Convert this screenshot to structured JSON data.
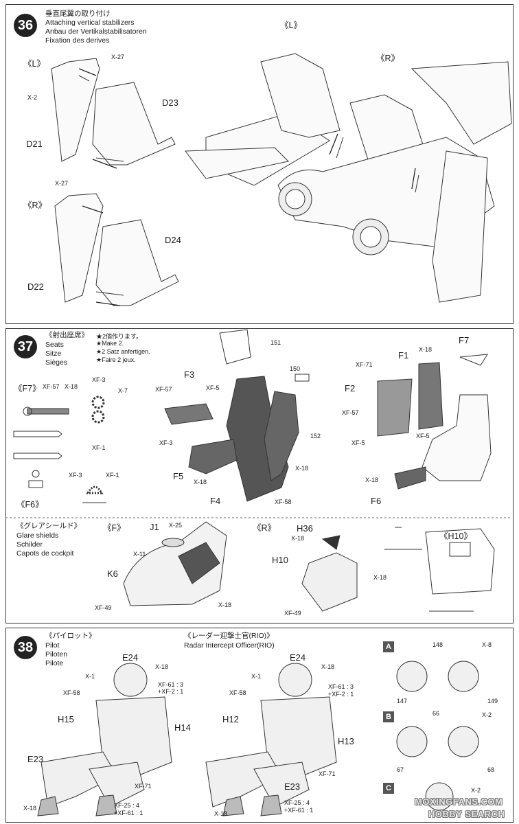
{
  "step36": {
    "number": "36",
    "title_jp": "垂直尾翼の取り付け",
    "title_en": "Attaching vertical stabilizers",
    "title_de": "Anbau der Vertikalstabilisatoren",
    "title_fr": "Fixation des derives",
    "left_tag": "《L》",
    "right_tag": "《R》",
    "main_left_tag": "《L》",
    "main_right_tag": "《R》",
    "parts": {
      "x27a": "X-27",
      "x2": "X-2",
      "d23": "D23",
      "d21": "D21",
      "x27b": "X-27",
      "d24": "D24",
      "d22": "D22"
    }
  },
  "step37": {
    "number": "37",
    "title_jp": "《射出座席》",
    "title_en": "Seats",
    "title_de": "Sitze",
    "title_fr": "Sièges",
    "note1": "★2個作ります。",
    "note2": "★Make 2.",
    "note3": "★2 Satz anfertigen.",
    "note4": "★Faire 2 jeux.",
    "f7_tag": "《F7》",
    "f6_tag": "《F6》",
    "colors": {
      "xf57": "XF-57",
      "x18": "X-18",
      "xf3": "XF-3",
      "x7": "X-7",
      "xf1": "XF-1",
      "xf3b": "XF-3",
      "xf1b": "XF-1"
    },
    "mid": {
      "f3": "F3",
      "xf57": "XF-57",
      "xf5": "XF-5",
      "xf3": "XF-3",
      "f5": "F5",
      "x18a": "X-18",
      "f4": "F4",
      "xf58": "XF-58",
      "x18b": "X-18",
      "n151": "151",
      "n150": "150",
      "n152": "152"
    },
    "right": {
      "f1": "F1",
      "x18a": "X-18",
      "f7": "F7",
      "xf71": "XF-71",
      "f2": "F2",
      "xf57": "XF-57",
      "xf5a": "XF-5",
      "xf5b": "XF-5",
      "x18b": "X-18",
      "f6": "F6"
    },
    "glare_jp": "《グレアシールド》",
    "glare_en": "Glare shields",
    "glare_de": "Schilder",
    "glare_fr": "Capots de cockpit",
    "glare_f_tag": "《F》",
    "glare_r_tag": "《R》",
    "glare_h10_tag": "《H10》",
    "glare": {
      "j1": "J1",
      "x25": "X-25",
      "x11": "X-11",
      "k6": "K6",
      "x18a": "X-18",
      "xf49a": "XF-49",
      "h36": "H36",
      "x18b": "X-18",
      "h10": "H10",
      "x18c": "X-18",
      "xf49b": "XF-49"
    }
  },
  "step38": {
    "number": "38",
    "pilot_jp": "《パイロット》",
    "pilot_en": "Pilot",
    "pilot_de": "Piloten",
    "pilot_fr": "Pilote",
    "rio_jp": "《レーダー迎撃士官(RIO)》",
    "rio_en": "Radar Intercept Officer(RIO)",
    "pilot": {
      "e24": "E24",
      "x1": "X-1",
      "x18a": "X-18",
      "xf58": "XF-58",
      "xf61": "XF-61 : 3",
      "x2": "+XF-2 : 1",
      "h15": "H15",
      "h14": "H14",
      "e23": "E23",
      "xf71": "XF-71",
      "x18b": "X-18",
      "xf25": "XF-25 : 4",
      "xf61b": "+XF-61 : 1"
    },
    "rio": {
      "e24": "E24",
      "x1": "X-1",
      "x18a": "X-18",
      "xf58": "XF-58",
      "xf61": "XF-61 : 3",
      "x2": "+XF-2 : 1",
      "h12": "H12",
      "h13": "H13",
      "e23": "E23",
      "xf71": "XF-71",
      "x18b": "X-18",
      "xf25": "XF-25 : 4",
      "xf61b": "+XF-61 : 1"
    },
    "decals": {
      "a": "A",
      "b": "B",
      "c": "C",
      "x8": "X-8",
      "x2a": "X-2",
      "x2b": "X-2",
      "n148": "148",
      "n147": "147",
      "n149": "149",
      "n66": "66",
      "n67": "67",
      "n68": "68"
    }
  },
  "watermark": {
    "site": "MOXINGFANS.COM",
    "hobby": "HOBBY SEARCH"
  }
}
